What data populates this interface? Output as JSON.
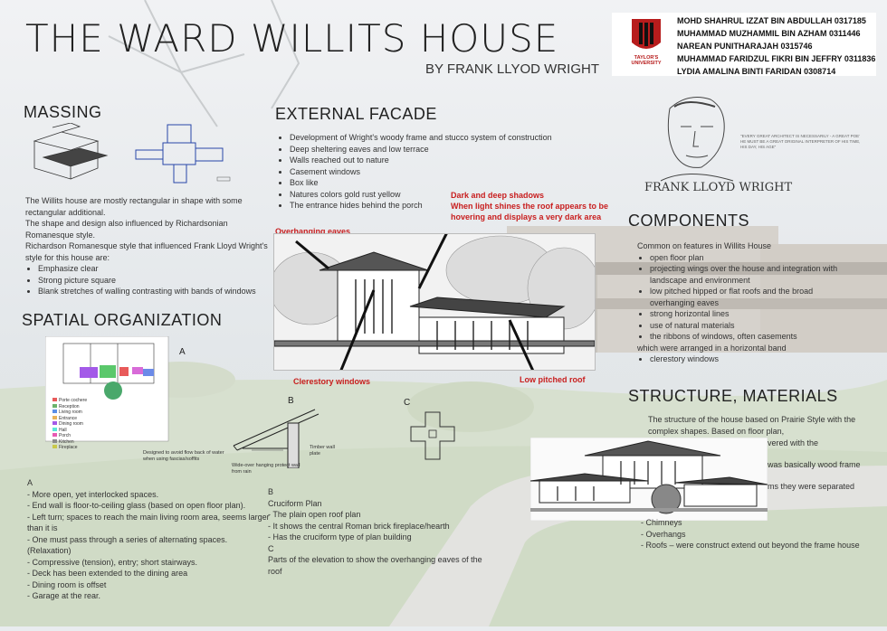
{
  "poster": {
    "title": "THE WARD WILLITS HOUSE",
    "subtitle": "BY FRANK LLYOD WRIGHT"
  },
  "team": {
    "university": "TAYLOR'S UNIVERSITY",
    "members": [
      "MOHD SHAHRUL IZZAT BIN ABDULLAH 0317185",
      "MUHAMMAD MUZHAMMIL BIN AZHAM 0311446",
      "NAREAN PUNITHARAJAH 0315746",
      "MUHAMMAD FARIDZUL FIKRI BIN JEFFRY 0311836",
      "LYDIA AMALINA BINTI FARIDAN 0308714"
    ]
  },
  "portrait": {
    "caption": "FRANK LLOYD WRIGHT"
  },
  "massing": {
    "heading": "MASSING",
    "para1": "The Willits house are mostly rectangular in shape with some rectangular additional.",
    "para2": "The shape and design also influenced by Richardsonian Romanesque style.",
    "para3": "Richardson Romanesque style that influenced Frank Lloyd Wright's style for this house are:",
    "bullets": [
      "Emphasize clear",
      "Strong picture square",
      "Blank stretches of walling contrasting with bands of windows"
    ]
  },
  "facade": {
    "heading": "EXTERNAL FACADE",
    "bullets": [
      "Development of Wright's woody frame and stucco system of construction",
      "Deep sheltering eaves and low terrace",
      "Walls reached out to nature",
      "Casement windows",
      "Box like",
      "Natures colors gold rust yellow",
      "The entrance hides behind the porch"
    ],
    "annotation_shadow_title": "Dark and deep shadows",
    "annotation_shadow_text": "When light shines the roof appears to be hovering and displays a very dark area",
    "annotation_eaves": "Overhanging eaves",
    "annotation_clerestory": "Clerestory windows",
    "annotation_roof": "Low pitched roof"
  },
  "spatial": {
    "heading": "SPATIAL ORGANIZATION",
    "label_a": "A",
    "label_b": "B",
    "label_c": "C",
    "legend": [
      "Porte cochere",
      "Reception",
      "Living room",
      "Entrance",
      "Dining room",
      "Hall",
      "Porch",
      "Kitchen",
      "Fireplace"
    ],
    "legend_colors": [
      "#e85a5a",
      "#6bb36b",
      "#5a8fe8",
      "#e8b35a",
      "#a35ae8",
      "#5ae8d8",
      "#e85ab3",
      "#8a8a8a",
      "#c8c84a"
    ],
    "note_eaves": "Designed to avoid flow back of water when using fascias/soffits",
    "note_hanging": "Wide-over hanging protect wall from rain",
    "note_timber": "Timber wall plate",
    "section_a_title": "A",
    "section_a_items": [
      "- More open, yet interlocked spaces.",
      "- End wall is floor-to-ceiling glass (based on open floor plan).",
      "- Left turn; spaces to reach the main living room area, seems larger than it is",
      "- One must pass through a series of alternating spaces. (Relaxation)",
      "- Compressive (tension), entry; short stairways.",
      "- Deck has been extended to the dining area",
      "- Dining room is offset",
      "- Garage at the rear."
    ],
    "section_b_title": "B",
    "section_b_heading": "Cruciform Plan",
    "section_b_items": [
      "- The plain open roof plan",
      "- It shows the central Roman brick fireplace/hearth",
      "- Has the cruciform type of plan building"
    ],
    "section_c_title": "C",
    "section_c_text": "Parts of the elevation to show the overhanging eaves of the roof"
  },
  "components": {
    "heading": "COMPONENTS",
    "intro": "Common on features in Willits House",
    "bullets": [
      "open floor plan",
      "projecting wings over the house and integration with landscape and environment",
      "low pitched hipped or flat roofs and the broad overhanging eaves",
      "strong horizontal lines",
      "use of natural materials",
      "the ribbons of windows, often casements"
    ],
    "continuation": "which were arranged in a horizontal band",
    "last_bullet": "clerestory windows"
  },
  "structure": {
    "heading": "STRUCTURE, MATERIALS",
    "bullet_1": "The structure of the house based on Prairie Style with the complex shapes. Based on floor plan,",
    "frag_1": "vered with the",
    "frag_2": "was basically wood frame",
    "frag_3": "ms they were separated",
    "items": [
      "- Chimneys",
      "- Overhangs",
      "- Roofs – were construct extend out beyond the frame house"
    ]
  }
}
